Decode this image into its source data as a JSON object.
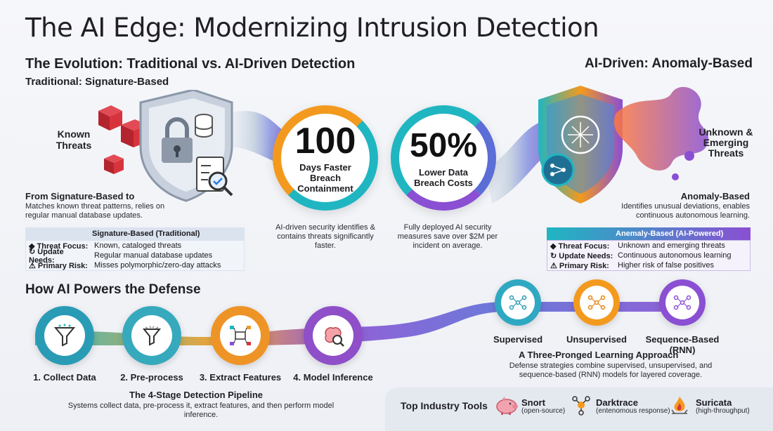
{
  "title": "The AI Edge: Modernizing Intrusion Detection",
  "evolution": {
    "heading": "The Evolution: Traditional vs. AI-Driven Detection",
    "traditional_heading": "Traditional: Signature-Based",
    "ai_heading": "AI-Driven: Anomaly-Based",
    "known_threats": "Known Threats",
    "unknown_threats": "Unknown & Emerging Threats",
    "left_subheading": "From Signature-Based to",
    "left_desc": "Matches known threat patterns, relies on regular manual database updates.",
    "right_subheading": "Anomaly-Based",
    "right_desc": "Identifies unusual deviations, enables continuous autonomous learning."
  },
  "stats": [
    {
      "value": "100",
      "label": "Days Faster Breach Containment",
      "desc": "AI-driven security identifies & contains threats significantly faster."
    },
    {
      "value": "50%",
      "label": "Lower Data Breach Costs",
      "desc": "Fully deployed AI security measures save over $2M per incident on average."
    }
  ],
  "table_left": {
    "header": "Signature-Based (Traditional)",
    "rows": [
      {
        "key": "Threat Focus:",
        "value": "Known, cataloged threats"
      },
      {
        "key": "Update Needs:",
        "value": "Regular manual database updates"
      },
      {
        "key": "Primary Risk:",
        "value": "Misses polymorphic/zero-day attacks"
      }
    ]
  },
  "table_right": {
    "header": "Anemaly-Based (AI-Powered)",
    "rows": [
      {
        "key": "Threat Focus:",
        "value": "Unknown and emerging threats"
      },
      {
        "key": "Update Needs:",
        "value": "Continuous autonomous learning"
      },
      {
        "key": "Primary Risk:",
        "value": "Higher risk of false positives"
      }
    ]
  },
  "defense": {
    "heading": "How AI Powers the Defense",
    "stages": [
      "1. Collect Data",
      "2. Pre-process",
      "3. Extract Features",
      "4. Model Inference"
    ],
    "pipeline_title": "The 4-Stage Detection Pipeline",
    "pipeline_desc": "Systems collect data, pre-process it, extract features, and then perform model inference.",
    "learning": [
      "Supervised",
      "Unsupervised",
      "Sequence-Based (RNN)"
    ],
    "learning_title": "A Three-Pronged Learning Approach",
    "learning_desc": "Defense strategies combine supervised, unsupervised, and sequence-based (RNN) models for layered coverage."
  },
  "tools": {
    "heading": "Top Industry Tools",
    "items": [
      {
        "name": "Snort",
        "sub": "(open-source)"
      },
      {
        "name": "Darktrace",
        "sub": "(entenomous response)"
      },
      {
        "name": "Suricata",
        "sub": "(high-throughput)"
      }
    ]
  },
  "colors": {
    "orange": "#f39a1e",
    "teal": "#1fb6c1",
    "purple": "#8a4fd3",
    "indigo": "#5b6dd6",
    "red": "#d8333c"
  },
  "icons": [
    "lock-icon",
    "database-icon",
    "checklist-icon",
    "shield-icon",
    "brain-icon",
    "funnel-icon",
    "filter-icon",
    "chip-icon",
    "neural-network-icon",
    "pig-icon",
    "flame-icon"
  ]
}
